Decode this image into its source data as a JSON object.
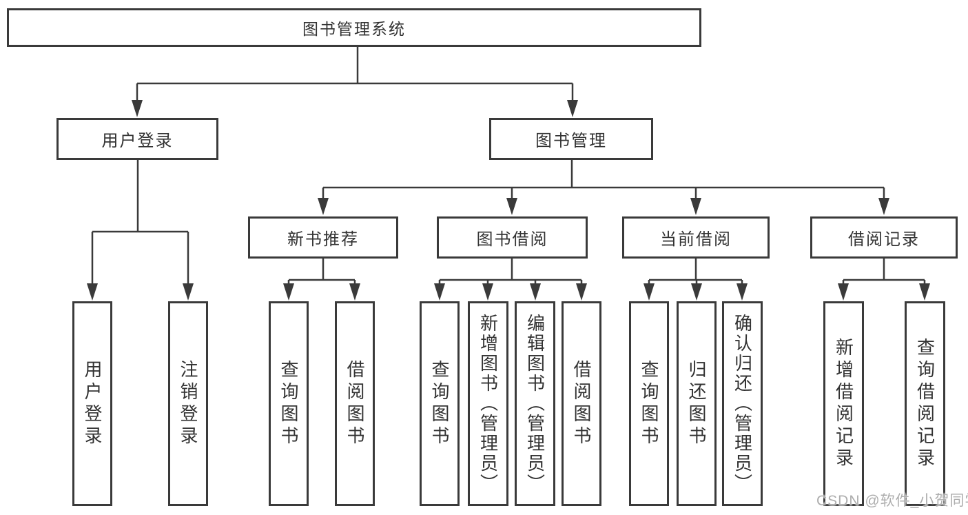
{
  "tree": {
    "label": "图书管理系统",
    "children": [
      {
        "label": "用户登录",
        "children": [
          {
            "label": "用户登录"
          },
          {
            "label": "注销登录"
          }
        ]
      },
      {
        "label": "图书管理",
        "children": [
          {
            "label": "新书推荐",
            "children": [
              {
                "label": "查询图书"
              },
              {
                "label": "借阅图书"
              }
            ]
          },
          {
            "label": "图书借阅",
            "children": [
              {
                "label": "查询图书"
              },
              {
                "label": "新增图书（管理员）"
              },
              {
                "label": "编辑图书（管理员）"
              },
              {
                "label": "借阅图书"
              }
            ]
          },
          {
            "label": "当前借阅",
            "children": [
              {
                "label": "查询图书"
              },
              {
                "label": "归还图书"
              },
              {
                "label": "确认归还（管理员）"
              }
            ]
          },
          {
            "label": "借阅记录",
            "children": [
              {
                "label": "新增借阅记录"
              },
              {
                "label": "查询借阅记录"
              }
            ]
          }
        ]
      }
    ]
  },
  "watermark": {
    "text": "CSDN @软件_小贺同学"
  },
  "colors": {
    "line": "#3a3a3a",
    "text": "#333333",
    "background": "#ffffff",
    "watermark": "#adadad"
  }
}
